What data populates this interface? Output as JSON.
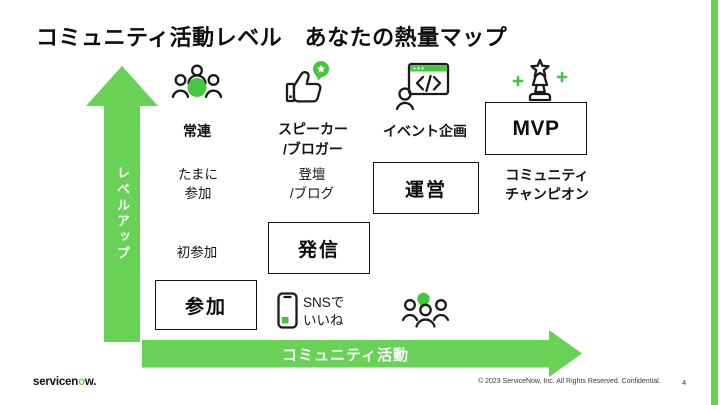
{
  "slide": {
    "title": "コミュニティ活動レベル　あなたの熱量マップ",
    "copyright": "© 2023 ServiceNow, Inc. All Rights Reserved. Confidential.",
    "page_number": "4",
    "logo": {
      "part1": "servicen",
      "part2": "o",
      "part3": "w."
    }
  },
  "axes": {
    "vertical_label": "レベルアップ",
    "horizontal_label": "コミュニティ活動"
  },
  "map": {
    "row_top": {
      "regular_member": "常連",
      "speaker_blogger": "スピーカー\n/ブロガー",
      "event_planning": "イベント企画",
      "mvp": "MVP"
    },
    "row_middle": {
      "occasional_participation": "たまに\n参加",
      "speaking_blog": "登壇\n/ブログ",
      "operations": "運営",
      "community_champion": "コミュニティ\nチャンピオン"
    },
    "row_lower": {
      "first_participation": "初参加",
      "sharing": "発信"
    },
    "row_bottom": {
      "participation": "参加",
      "sns_like": "SNSで\nいいね"
    },
    "icons": [
      "people-group-icon",
      "thumbs-up-star-icon",
      "event-browser-icon",
      "trophy-icon",
      "phone-like-icon",
      "people-balloon-icon"
    ]
  },
  "colors": {
    "arrow_green": "#68d257",
    "icon_green": "#46c53e",
    "logo_green": "#62d84e"
  }
}
